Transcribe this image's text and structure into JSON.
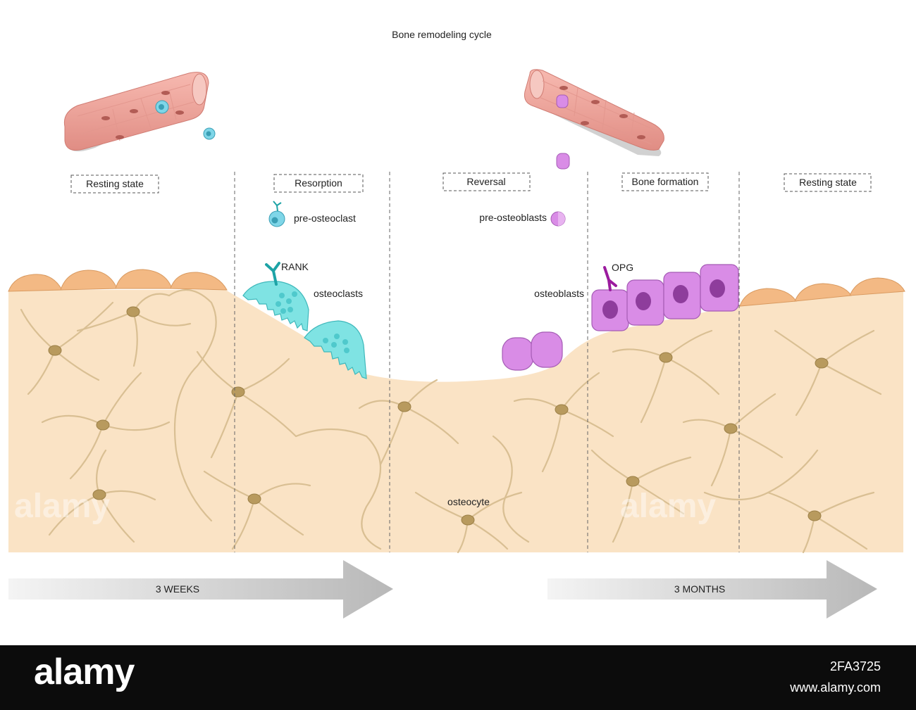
{
  "title": "Bone remodeling cycle",
  "phases": [
    "Resting state",
    "Resorption",
    "Reversal",
    "Bone formation",
    "Resting state"
  ],
  "labels": {
    "pre_osteoclast": "pre-osteoclast",
    "pre_osteoblasts": "pre-osteoblasts",
    "rank": "RANK",
    "osteoclasts": "osteoclasts",
    "osteoblasts": "osteoblasts",
    "opg": "OPG",
    "osteocyte": "osteocyte"
  },
  "durations": {
    "first": "3 WEEKS",
    "second": "3 MONTHS"
  },
  "watermark": "alamy",
  "footer": {
    "logo": "alamy",
    "image_code": "2FA3725",
    "url": "www.alamy.com"
  },
  "colors": {
    "bone": "#fae3c5",
    "lining_cell": "#f3b984",
    "osteoclast": "#7fe3e3",
    "osteoblast": "#d98ce6",
    "vessel": "#f0a59c",
    "arrow": "#bdbdbd"
  }
}
